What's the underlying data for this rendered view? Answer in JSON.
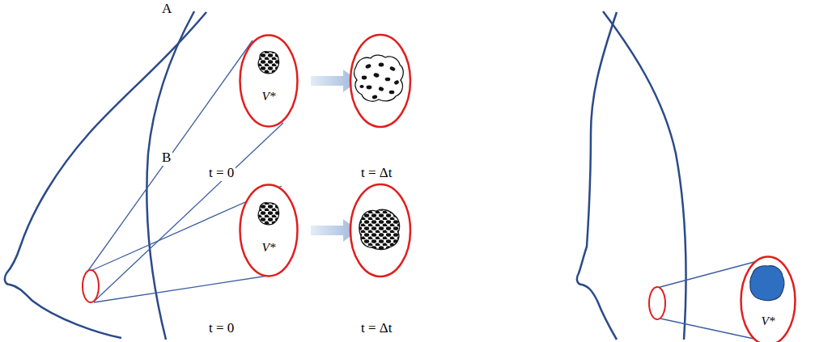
{
  "diagram": {
    "nodes": [
      {
        "text": [
          "V*"
        ]
      },
      {
        "text": [
          "V*"
        ]
      },
      {
        "text": [
          "V*"
        ]
      }
    ],
    "labels": [
      "A",
      "t = 0",
      "t = Δt",
      "B",
      "t = 0",
      "t = Δt"
    ]
  }
}
